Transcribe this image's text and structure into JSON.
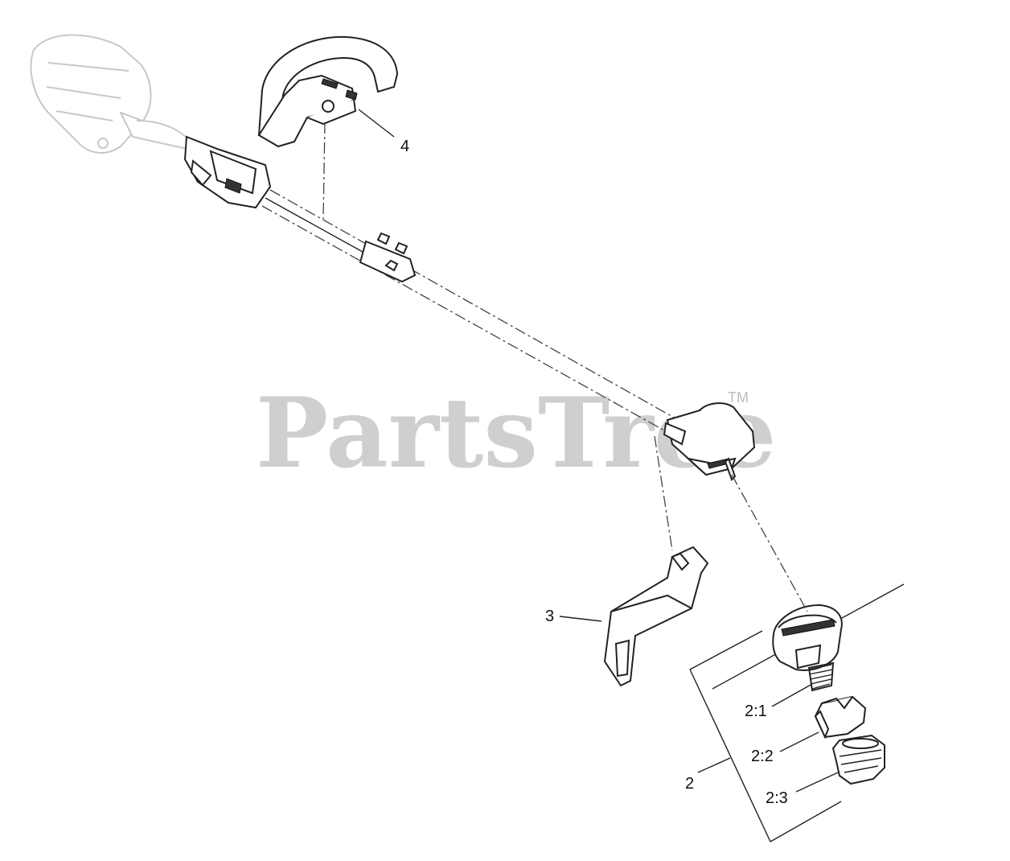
{
  "watermark": {
    "brand": "PartsTree",
    "trademark": "TM"
  },
  "callouts": {
    "handle": "4",
    "guard": "3",
    "spool_assembly": "2",
    "spring": "2:1",
    "spool_cap": "2:2",
    "spool": "2:3"
  }
}
